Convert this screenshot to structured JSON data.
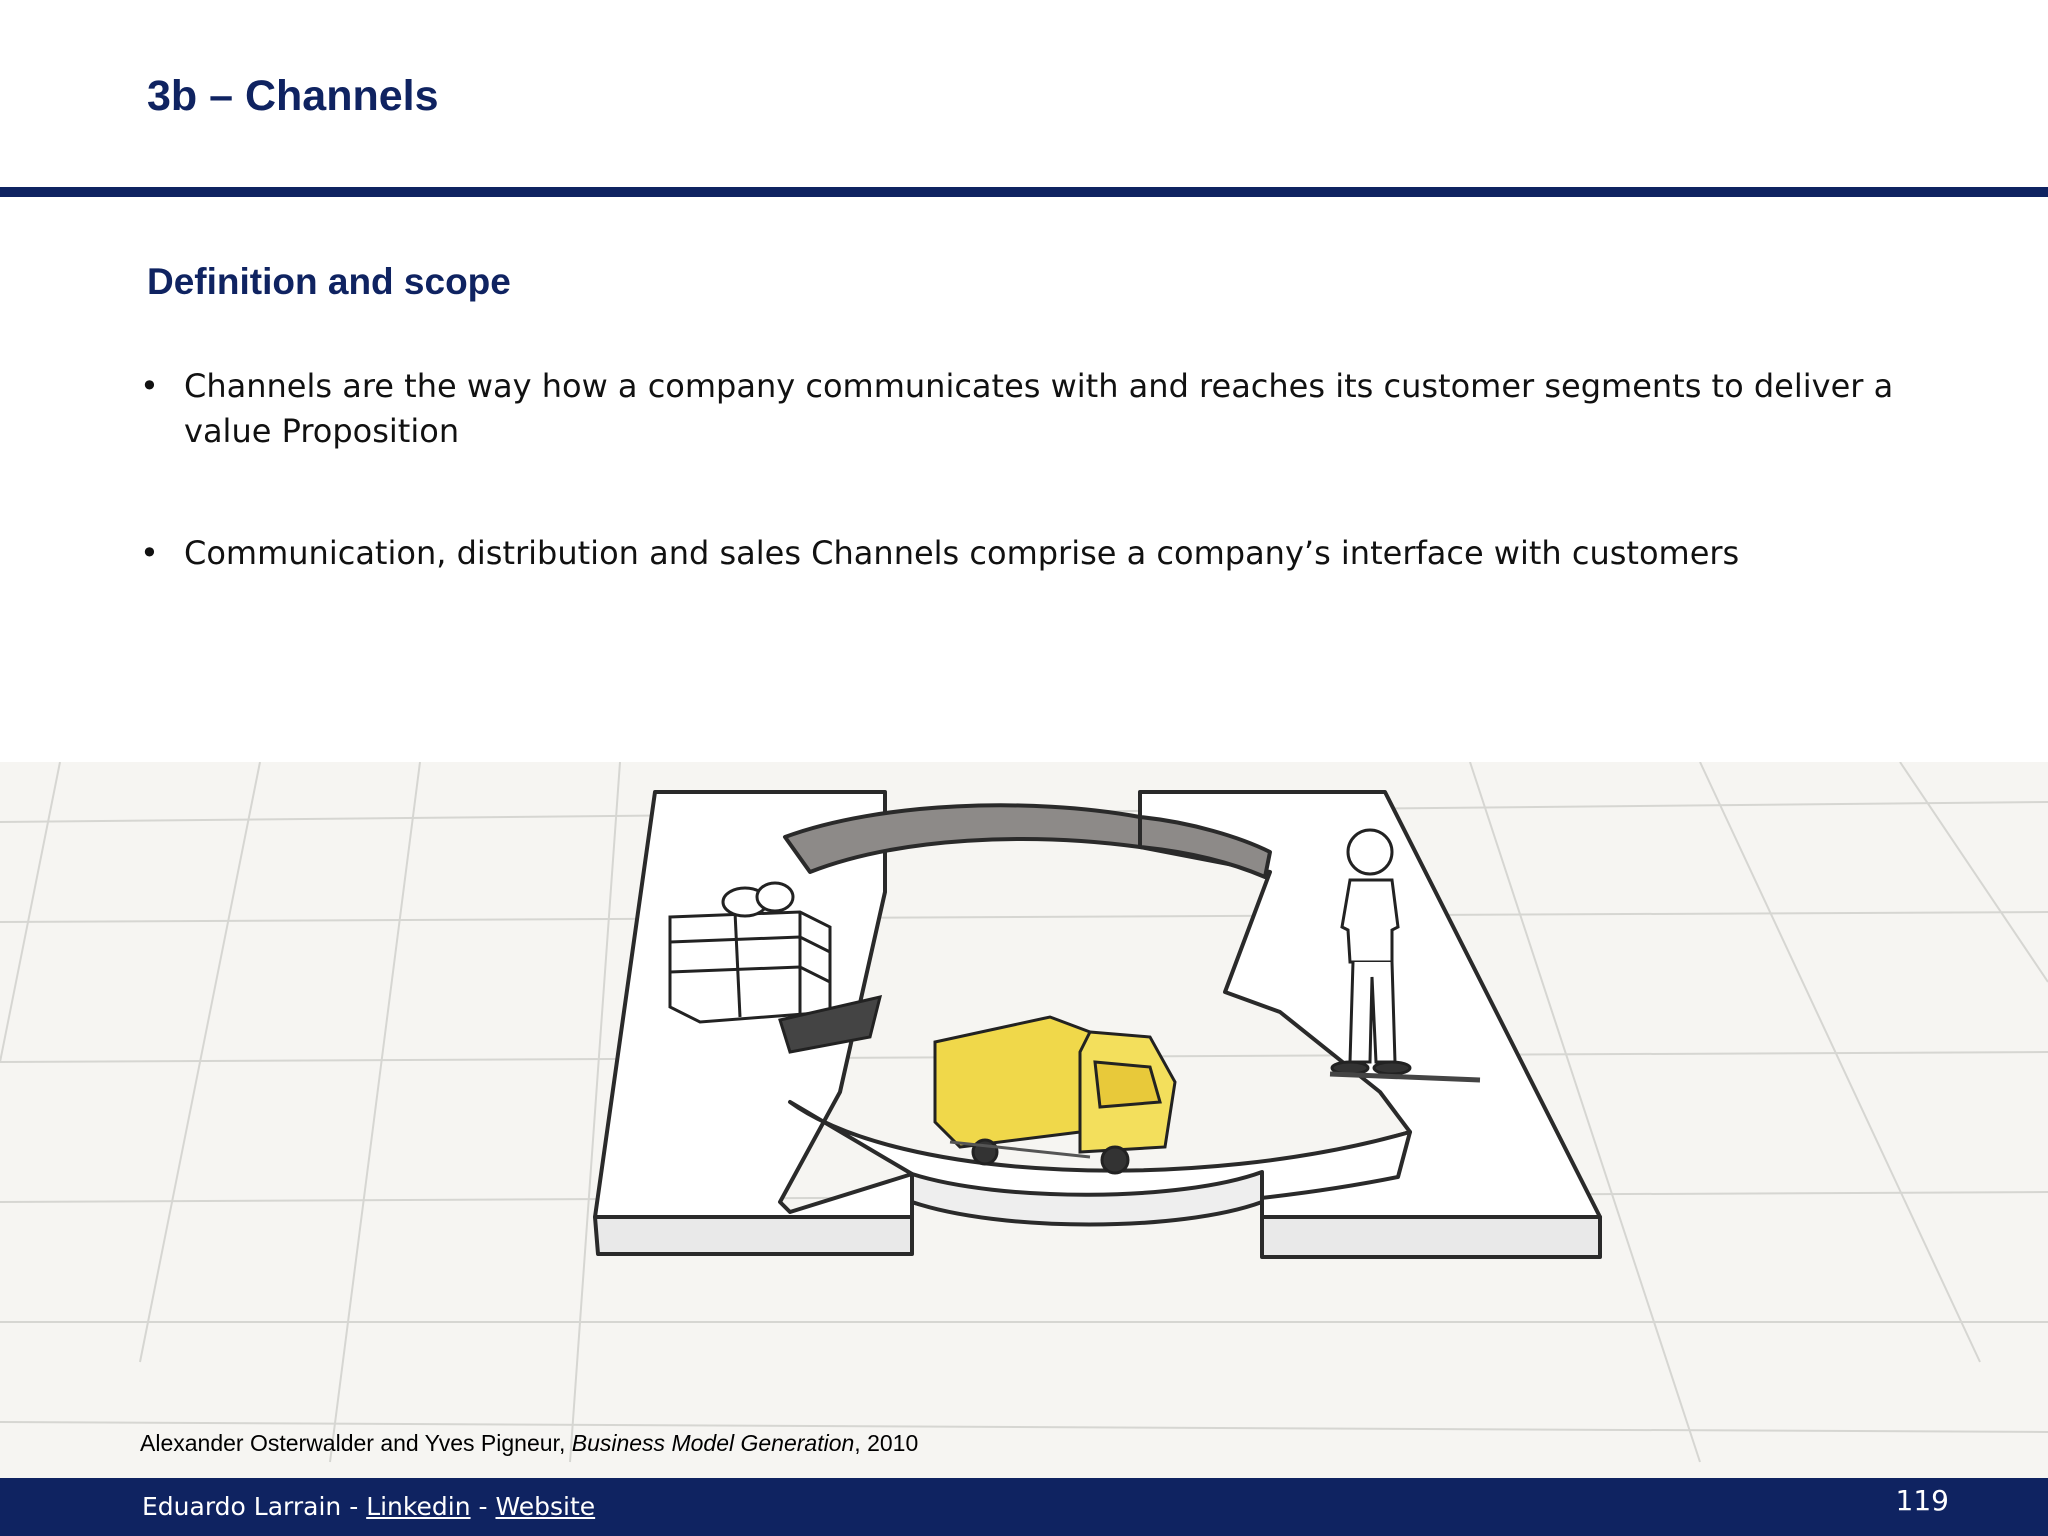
{
  "slide": {
    "title": "3b – Channels",
    "section_heading": "Definition and scope",
    "bullets": [
      "Channels are the way how a company communicates with and reaches its customer segments to deliver a value Proposition",
      "Communication, distribution and sales Channels comprise a company’s interface with customers"
    ],
    "bullet_char": "•"
  },
  "citation": {
    "authors": "Alexander Osterwalder and Yves Pigneur, ",
    "book": "Business Model Generation",
    "year": ", 2010"
  },
  "footer": {
    "author": "Eduardo Larrain",
    "sep1": " - ",
    "link1": "Linkedin",
    "sep2": " - ",
    "link2": "Website",
    "page_number": "119"
  },
  "colors": {
    "brand_navy": "#0f2361",
    "truck_yellow": "#f0d84a"
  },
  "illustration": {
    "icons": [
      "gift-box-icon",
      "truck-icon",
      "person-icon"
    ]
  }
}
